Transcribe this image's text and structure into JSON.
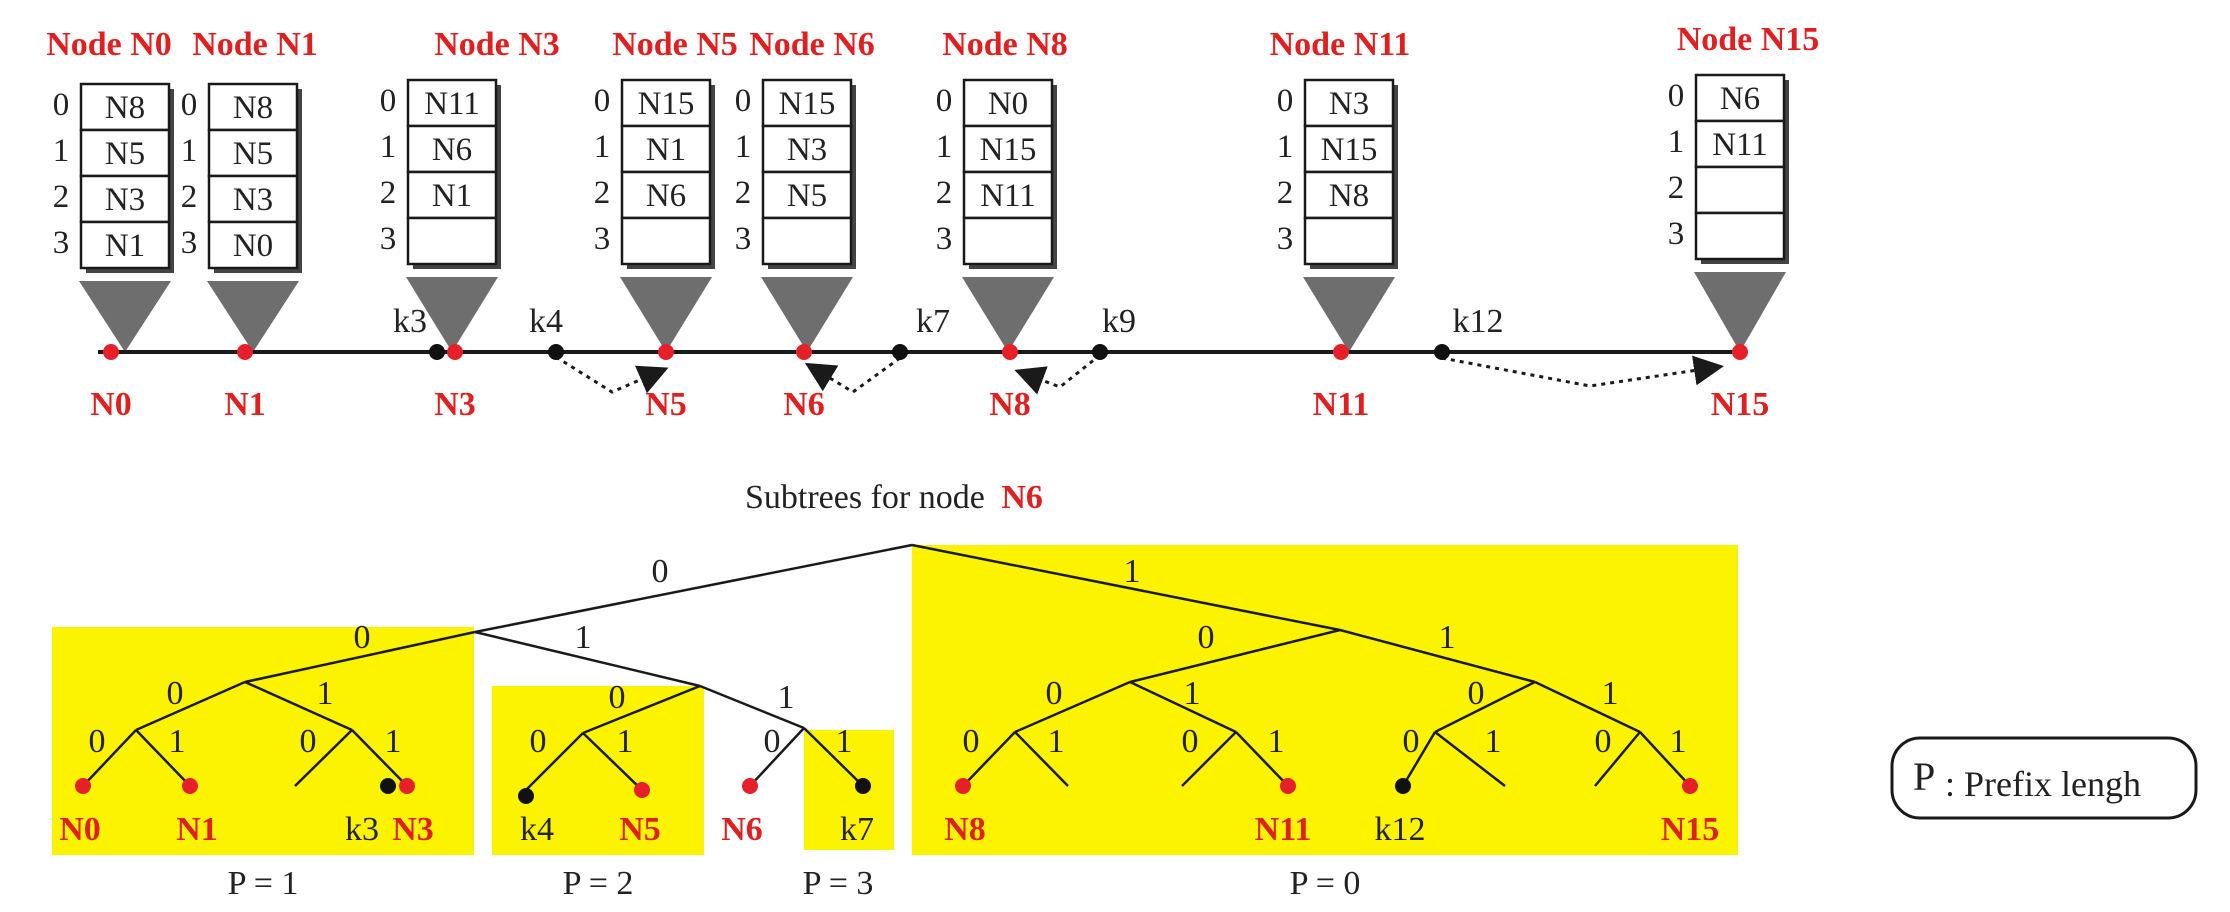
{
  "colors": {
    "node": "#e6202a",
    "key": "#111111",
    "highlight": "#fcf300",
    "funnel": "#6e6e6e",
    "line": "#1a1a1a"
  },
  "top": {
    "tables": [
      {
        "title": "Node N0",
        "entries": [
          "N8",
          "N5",
          "N3",
          "N1"
        ]
      },
      {
        "title": "Node N1",
        "entries": [
          "N8",
          "N5",
          "N3",
          "N0"
        ]
      },
      {
        "title": "Node N3",
        "entries": [
          "N11",
          "N6",
          "N1",
          ""
        ]
      },
      {
        "title": "Node N5",
        "entries": [
          "N15",
          "N1",
          "N6",
          ""
        ]
      },
      {
        "title": "Node N6",
        "entries": [
          "N15",
          "N3",
          "N5",
          ""
        ]
      },
      {
        "title": "Node N8",
        "entries": [
          "N0",
          "N15",
          "N11",
          ""
        ]
      },
      {
        "title": "Node N11",
        "entries": [
          "N3",
          "N15",
          "N8",
          ""
        ]
      },
      {
        "title": "Node N15",
        "entries": [
          "N6",
          "N11",
          "",
          ""
        ]
      }
    ],
    "row_indices": [
      "0",
      "1",
      "2",
      "3"
    ],
    "ring_nodes": [
      "N0",
      "N1",
      "N3",
      "N5",
      "N6",
      "N8",
      "N11",
      "N15"
    ],
    "keys": [
      "k3",
      "k4",
      "k7",
      "k9",
      "k12"
    ]
  },
  "tree": {
    "title_prefix": "Subtrees for node",
    "title_node": "N6",
    "edge_labels": [
      "0",
      "1"
    ],
    "leaves": [
      "N0",
      "N1",
      "k3",
      "N3",
      "k4",
      "N5",
      "N6",
      "k7",
      "N8",
      "N11",
      "k12",
      "N15"
    ],
    "groups": [
      "P = 1",
      "P = 2",
      "P = 3",
      "P = 0"
    ]
  },
  "legend": {
    "symbol": "P",
    "text": ": Prefix lengh"
  }
}
